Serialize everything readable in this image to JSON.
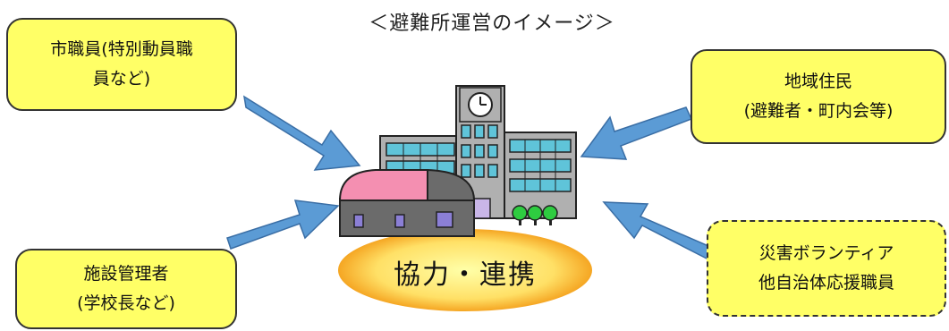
{
  "title": "＜避難所運営のイメージ＞",
  "boxes": {
    "city_staff": {
      "line1": "市職員(特別動員職",
      "line2": "員など)"
    },
    "residents": {
      "line1": "地域住民",
      "line2": "(避難者・町内会等)"
    },
    "facility_manager": {
      "line1": "施設管理者",
      "line2": "(学校長など)"
    },
    "volunteers": {
      "line1": "災害ボランティア",
      "line2": "他自治体応援職員"
    }
  },
  "center_label": "協力・連携",
  "colors": {
    "box_fill": "#ffff66",
    "arrow": "#5b9bd5",
    "ellipse_center": "#ffff99",
    "ellipse_edge": "#f5a623",
    "gym_roof": "#f48fb1",
    "gym_body": "#6b6b6b",
    "school": "#b0b0b0",
    "windows": "#5fc4d9"
  },
  "icons": {
    "building": "school-building-icon",
    "gym": "gymnasium-icon",
    "clock": "clock-icon",
    "trees": "tree-icon"
  }
}
